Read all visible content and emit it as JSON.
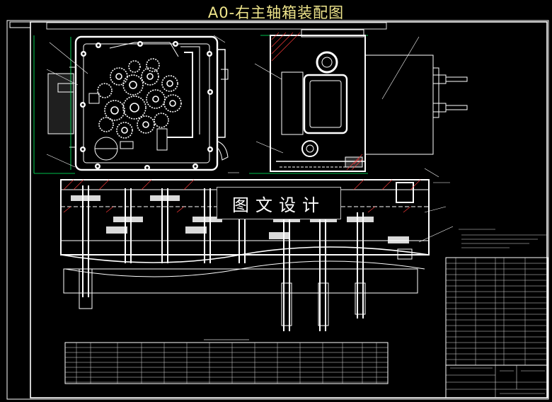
{
  "title": "A0-右主轴箱装配图",
  "watermark": "图文设计",
  "colors": {
    "background": "#000000",
    "title": "#f0e68c",
    "line": "#ffffff",
    "gear_wheels": "#ffffff",
    "dim_line": "#00ff66",
    "hatch": "#ff3b3b"
  },
  "icons": [
    "spindle-box-front-view",
    "spindle-box-side-view",
    "spindle-section-view",
    "parts-list",
    "title-block",
    "technical-requirements"
  ]
}
